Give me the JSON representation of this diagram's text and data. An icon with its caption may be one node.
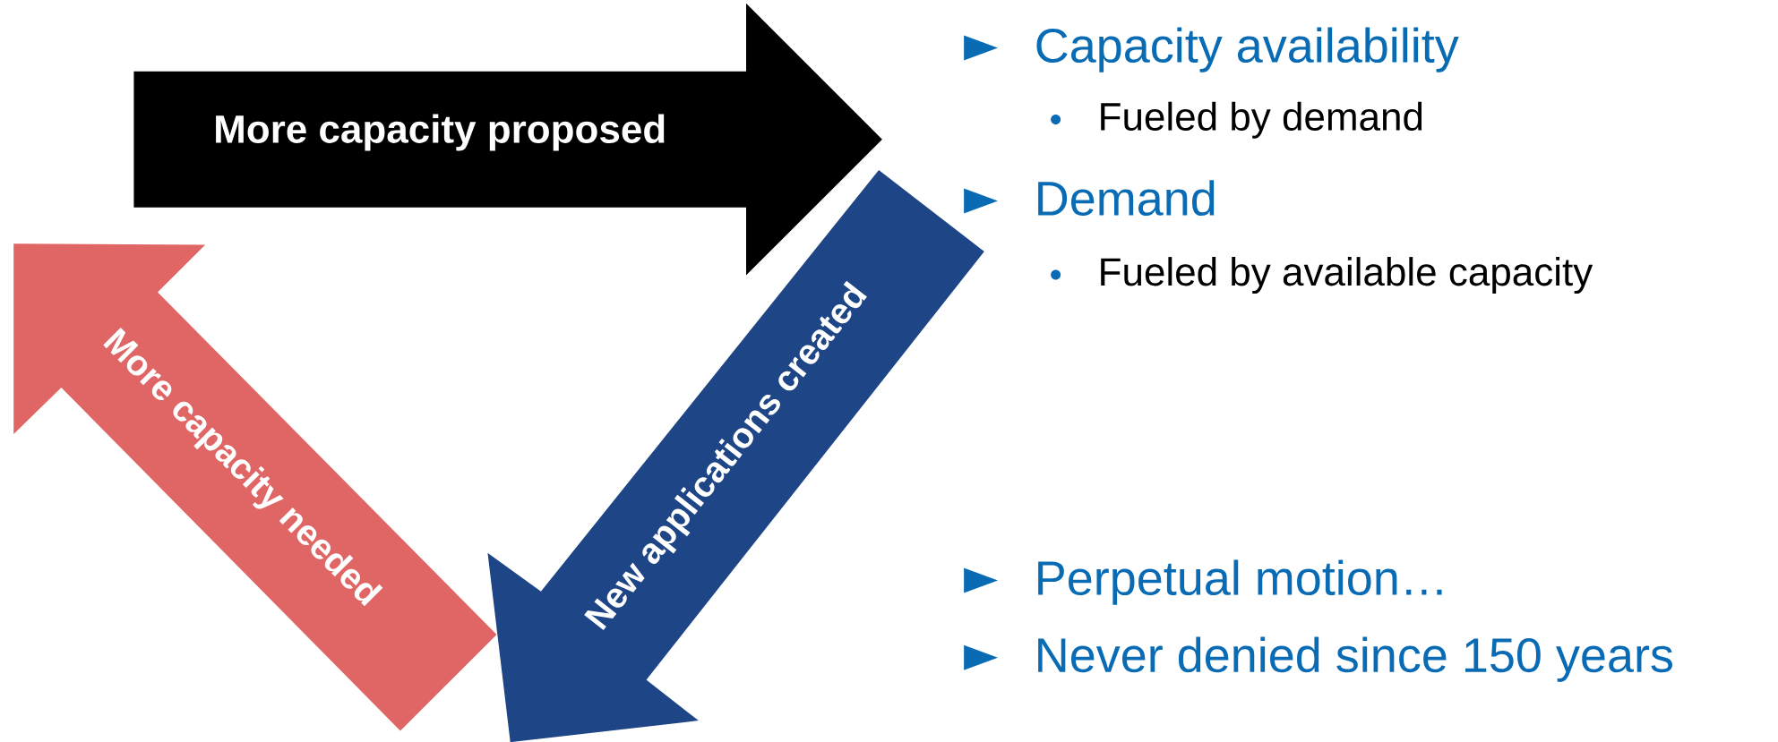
{
  "diagram": {
    "nodes": [
      {
        "text": [
          "More capacity proposed"
        ]
      },
      {
        "text": [
          "New applications created"
        ]
      },
      {
        "text": [
          "More capacity needed"
        ]
      }
    ],
    "labels": [
      "Capacity availability",
      "Fueled by demand",
      "Demand",
      "Fueled by available capacity",
      "Perpetual motion…",
      "Never denied since 150 years"
    ]
  }
}
